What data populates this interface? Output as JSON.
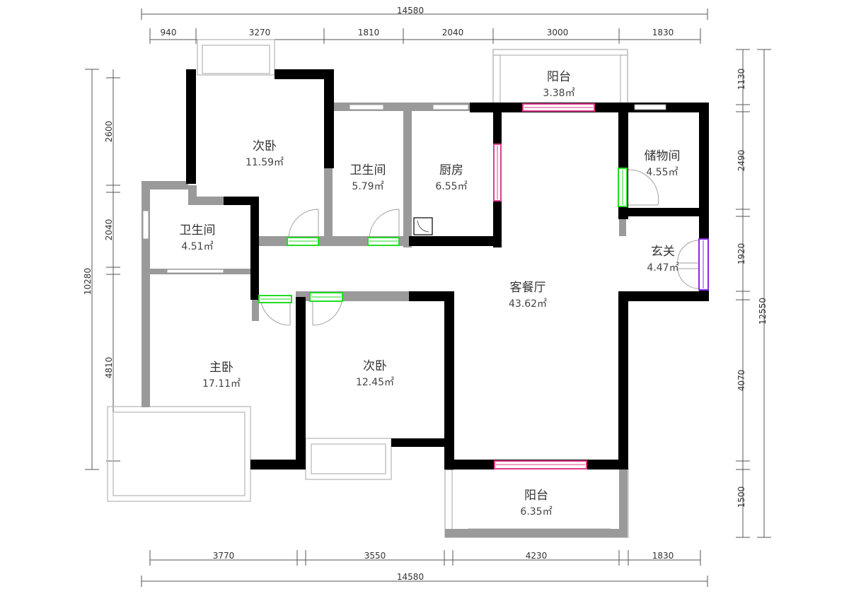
{
  "dimensions": {
    "top_total": "14580",
    "top": [
      "940",
      "3270",
      "1810",
      "2040",
      "3000",
      "1830"
    ],
    "bottom": [
      "3770",
      "3550",
      "4230",
      "1830"
    ],
    "bottom_total": "14580",
    "left": [
      "2600",
      "2040",
      "4810"
    ],
    "left_total": "10280",
    "right": [
      "1130",
      "2490",
      "1920",
      "4070",
      "1500"
    ],
    "right_total": "12550"
  },
  "rooms": [
    {
      "name": "次卧",
      "area": "11.59㎡"
    },
    {
      "name": "卫生间",
      "area": "5.79㎡"
    },
    {
      "name": "厨房",
      "area": "6.55㎡"
    },
    {
      "name": "阳台",
      "area": "3.38㎡"
    },
    {
      "name": "储物间",
      "area": "4.55㎡"
    },
    {
      "name": "卫生间",
      "area": "4.51㎡"
    },
    {
      "name": "玄关",
      "area": "4.47㎡"
    },
    {
      "name": "客餐厅",
      "area": "43.62㎡"
    },
    {
      "name": "主卧",
      "area": "17.11㎡"
    },
    {
      "name": "次卧",
      "area": "12.45㎡"
    },
    {
      "name": "阳台",
      "area": "6.35㎡"
    }
  ],
  "colors": {
    "wall_load_bearing": "#000000",
    "wall_partition": "#9a9a9a",
    "marker_green": "#22dd22",
    "marker_pink": "#e03c8c",
    "marker_purple": "#8a2be2"
  }
}
